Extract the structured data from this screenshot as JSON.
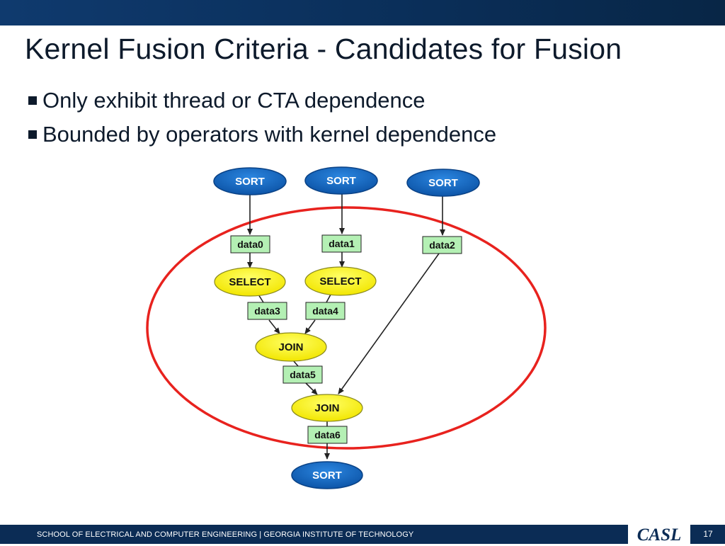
{
  "slide": {
    "title": "Kernel Fusion Criteria - Candidates for Fusion",
    "bullets": [
      "Only exhibit thread or CTA dependence",
      "Bounded by operators with kernel dependence"
    ]
  },
  "diagram": {
    "colors": {
      "sort_fill": "#1569c7",
      "op_fill": "#ffff33",
      "data_fill": "#b4f0b4",
      "boundary": "#e8221e",
      "edge": "#222222"
    },
    "nodes": {
      "sort_1": "SORT",
      "sort_2": "SORT",
      "sort_3": "SORT",
      "select_1": "SELECT",
      "select_2": "SELECT",
      "join_1": "JOIN",
      "join_2": "JOIN",
      "sort_out": "SORT"
    },
    "data": {
      "d0": "data0",
      "d1": "data1",
      "d2": "data2",
      "d3": "data3",
      "d4": "data4",
      "d5": "data5",
      "d6": "data6"
    }
  },
  "footer": {
    "text": "SCHOOL OF ELECTRICAL AND COMPUTER ENGINEERING | GEORGIA INSTITUTE OF TECHNOLOGY",
    "logo": "CASL",
    "page_number": "17"
  }
}
